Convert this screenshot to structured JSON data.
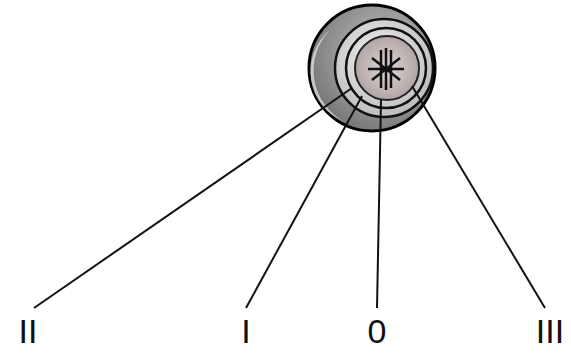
{
  "diagram": {
    "labels": [
      "II",
      "I",
      "0",
      "III"
    ]
  }
}
